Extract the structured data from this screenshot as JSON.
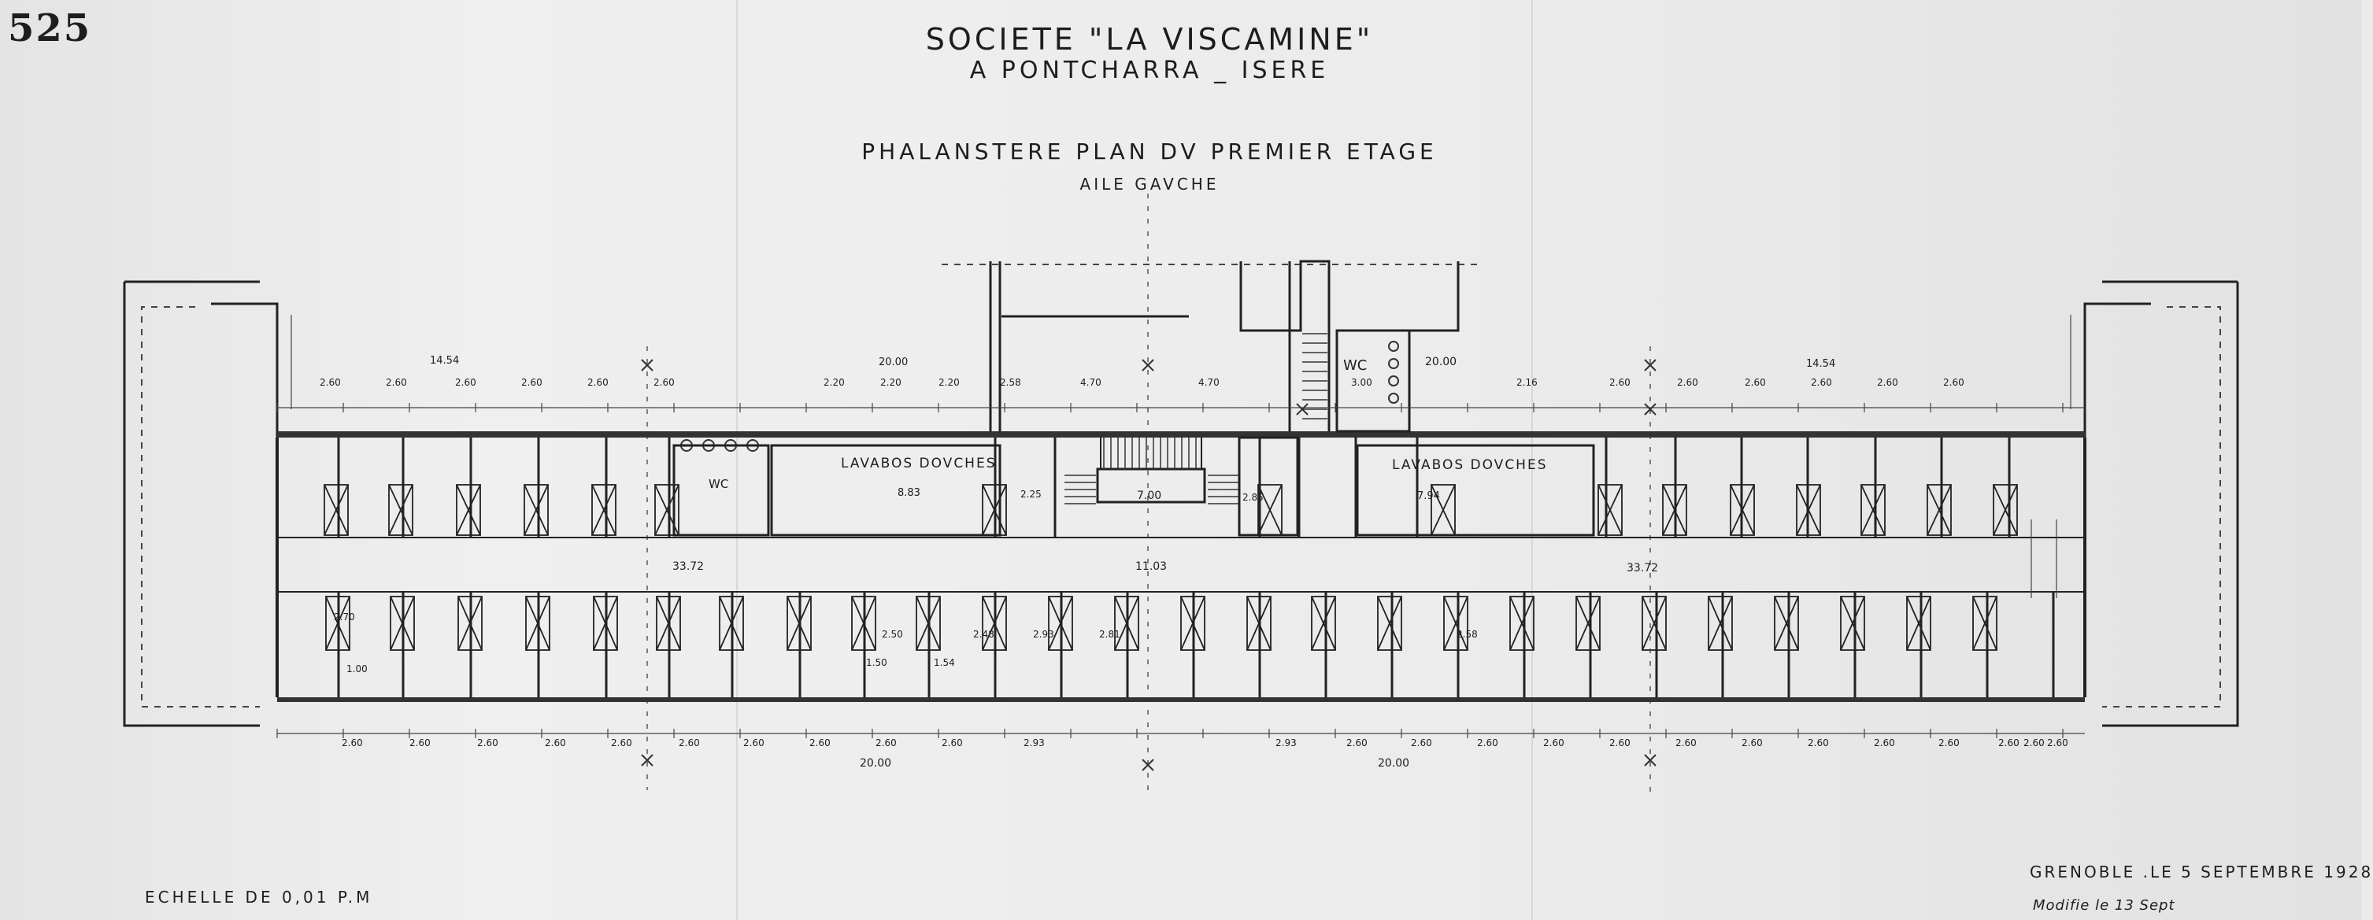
{
  "sheet": {
    "plate_number": "525",
    "company": "SOCIETE \"LA VISCAMINE\"",
    "location": "A PONTCHARRA _ ISERE",
    "plan_title": "PHALANSTERE PLAN DV PREMIER ETAGE",
    "wing": "AILE GAVCHE",
    "scale_note": "ECHELLE DE 0,01 P.M",
    "date_note": "GRENOBLE .LE 5 SEPTEMBRE 1928",
    "modified_note": "Modifie le 13 Sept"
  },
  "plan": {
    "rooms": {
      "wash_left": "LAVABOS DOVCHES",
      "wash_right": "LAVABOS DOVCHES",
      "wc_left": "WC",
      "wc_right": "WC"
    },
    "overall_dims": {
      "top_left_total": "14.54",
      "top_mid_total": "20.00",
      "top_right_total": "14.54",
      "mid_left_total": "33.72",
      "mid_center_total": "11.03",
      "mid_right_total": "33.72",
      "bottom_left_total": "20.00",
      "bottom_right_total": "20.00",
      "stair_width": "7.00",
      "left_room_width": "8.83",
      "right_room_width": "7.94",
      "wc_right_total": "20.00"
    },
    "top_dims": [
      "2.60",
      "2.60",
      "2.60",
      "2.60",
      "2.60",
      "2.60",
      "2.20",
      "2.20",
      "2.20",
      "2.58",
      "4.70",
      "4.70",
      "3.00",
      "2.16",
      "2.60",
      "2.60",
      "2.60",
      "2.60",
      "2.60",
      "2.60"
    ],
    "bottom_dims": [
      "2.60",
      "2.60",
      "2.60",
      "2.60",
      "2.60",
      "2.60",
      "2.60",
      "2.60",
      "2.60",
      "2.60",
      "2.93",
      "2.93",
      "2.60",
      "2.60",
      "2.60",
      "2.60",
      "2.60",
      "2.60",
      "2.60",
      "2.60",
      "2.60",
      "2.60",
      "2.60",
      "2.60",
      "2.60"
    ],
    "small_dims": [
      "1.00",
      "1.50",
      "1.54",
      "2.70",
      "2.50",
      "2.58",
      "2.93",
      "2.81",
      "2.48",
      "2.25",
      "2.85"
    ]
  }
}
